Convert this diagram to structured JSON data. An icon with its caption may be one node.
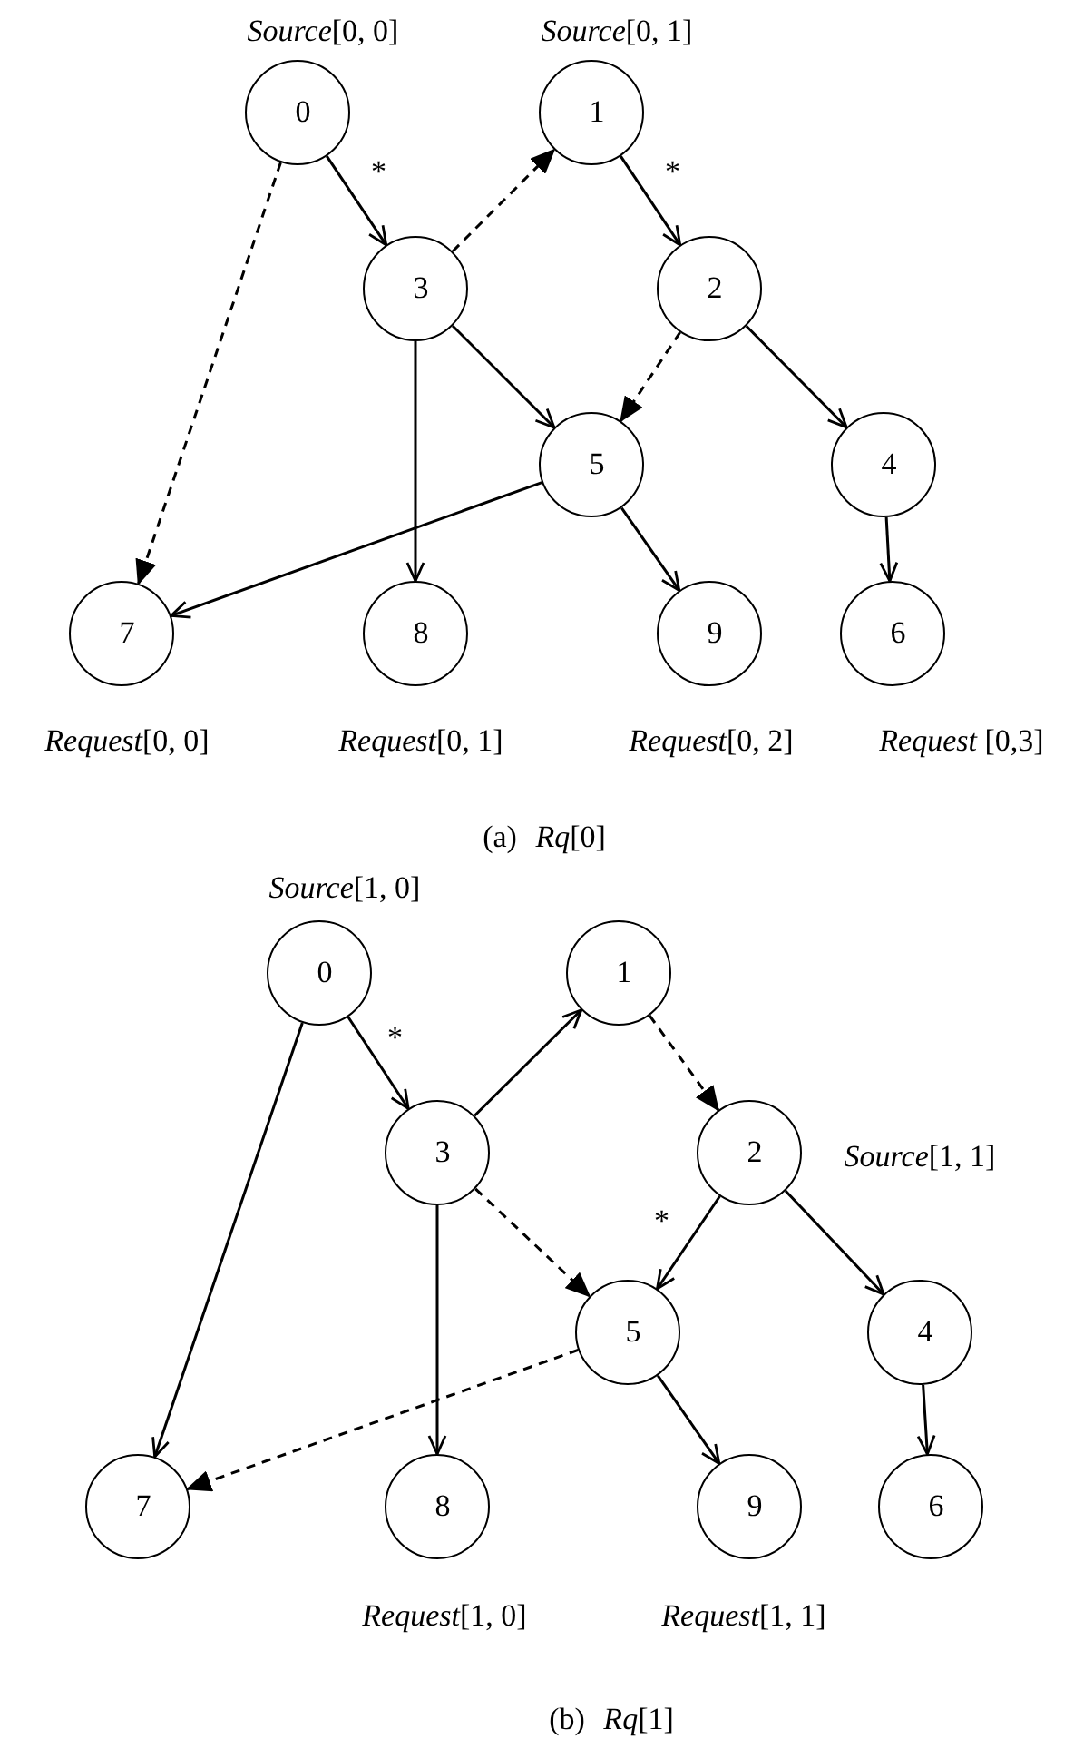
{
  "diagram": {
    "nodes": [
      {
        "text": [
          "0"
        ],
        "beside": [
          "*Source*[0, 0]"
        ]
      },
      {
        "text": [
          "1"
        ],
        "beside": [
          "*Source*[0, 1]"
        ]
      },
      {
        "text": [
          "3"
        ]
      },
      {
        "text": [
          "2"
        ]
      },
      {
        "text": [
          "5"
        ]
      },
      {
        "text": [
          "4"
        ]
      },
      {
        "text": [
          "7"
        ],
        "beside": [
          "*Request*[0, 0]"
        ]
      },
      {
        "text": [
          "8"
        ],
        "beside": [
          "*Request*[0, 1]"
        ]
      },
      {
        "text": [
          "9"
        ],
        "beside": [
          "*Request*[0, 2]"
        ]
      },
      {
        "text": [
          "6"
        ],
        "beside": [
          "*Request* [0,3]"
        ]
      },
      {
        "text": [
          "0"
        ],
        "beside": [
          "*Source*[1, 0]"
        ]
      },
      {
        "text": [
          "1"
        ]
      },
      {
        "text": [
          "3"
        ]
      },
      {
        "text": [
          "2"
        ],
        "beside": [
          "*Source*[1, 1]"
        ]
      },
      {
        "text": [
          "5"
        ]
      },
      {
        "text": [
          "4"
        ]
      },
      {
        "text": [
          "7"
        ]
      },
      {
        "text": [
          "8"
        ],
        "beside": [
          "*Request*[1, 0]"
        ]
      },
      {
        "text": [
          "9"
        ],
        "beside": [
          "*Request*[1, 1]"
        ]
      },
      {
        "text": [
          "6"
        ]
      }
    ],
    "edges": [
      {
        "from": 0,
        "to": 2,
        "arrow": "to",
        "label": "*"
      },
      {
        "from": 2,
        "to": 1,
        "arrow": "to",
        "style": "dashed"
      },
      {
        "from": 1,
        "to": 3,
        "arrow": "to",
        "label": "*"
      },
      {
        "from": 2,
        "to": 4,
        "arrow": "to"
      },
      {
        "from": 3,
        "to": 4,
        "arrow": "to",
        "style": "dashed"
      },
      {
        "from": 3,
        "to": 5,
        "arrow": "to"
      },
      {
        "from": 0,
        "to": 6,
        "arrow": "to",
        "style": "dashed"
      },
      {
        "from": 2,
        "to": 7,
        "arrow": "to"
      },
      {
        "from": 4,
        "to": 6,
        "arrow": "to"
      },
      {
        "from": 4,
        "to": 8,
        "arrow": "to"
      },
      {
        "from": 5,
        "to": 9,
        "arrow": "to"
      },
      {
        "from": 10,
        "to": 12,
        "arrow": "to",
        "label": "*"
      },
      {
        "from": 12,
        "to": 11,
        "arrow": "to"
      },
      {
        "from": 11,
        "to": 13,
        "arrow": "to",
        "style": "dashed"
      },
      {
        "from": 12,
        "to": 14,
        "arrow": "to",
        "style": "dashed"
      },
      {
        "from": 13,
        "to": 14,
        "arrow": "to",
        "label": "*"
      },
      {
        "from": 13,
        "to": 15,
        "arrow": "to"
      },
      {
        "from": 10,
        "to": 16,
        "arrow": "to"
      },
      {
        "from": 12,
        "to": 17,
        "arrow": "to"
      },
      {
        "from": 14,
        "to": 16,
        "arrow": "to",
        "style": "dashed"
      },
      {
        "from": 14,
        "to": 18,
        "arrow": "to"
      },
      {
        "from": 15,
        "to": 19,
        "arrow": "to"
      }
    ],
    "labels": [
      "(a) *Rq*[0]",
      "(b) *Rq*[1]"
    ]
  }
}
